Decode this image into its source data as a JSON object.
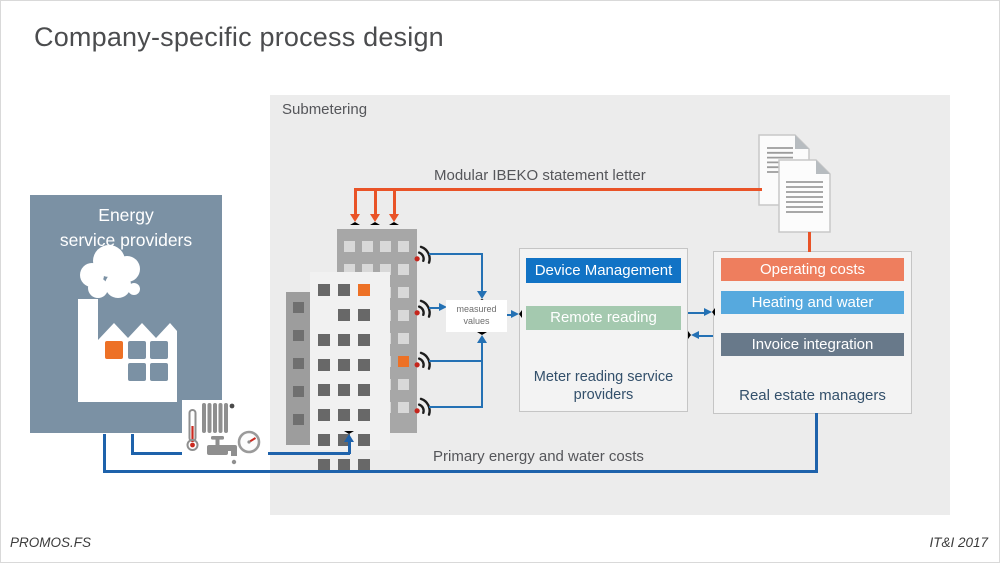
{
  "title": "Company-specific process design",
  "panel": {
    "label": "Submetering"
  },
  "energy_provider": {
    "label": "Energy\nservice providers"
  },
  "labels": {
    "statement_letter": "Modular IBEKO statement letter",
    "primary_costs": "Primary energy and water costs",
    "measured_values": "measured\nvalues"
  },
  "meter_reading": {
    "caption": "Meter reading service providers",
    "items": [
      {
        "label": "Device Management",
        "color": "#1173c5"
      },
      {
        "label": "Remote reading",
        "color": "#a4c9af"
      }
    ]
  },
  "real_estate": {
    "caption": "Real estate managers",
    "items": [
      {
        "label": "Operating costs",
        "color": "#ee7e5e"
      },
      {
        "label": "Heating and water",
        "color": "#56a9de"
      },
      {
        "label": "Invoice integration",
        "color": "#68798a"
      }
    ]
  },
  "footer": {
    "left": "PROMOS.FS",
    "right": "IT&I 2017"
  },
  "colors": {
    "accent-orange": "#e95327",
    "accent-blue": "#2471b4",
    "line-blue-dark": "#1e62ab",
    "panel": "#ececec",
    "energy-box": "#7b91a4",
    "window-orange": "#ed7126",
    "caption": "#33506b",
    "text": "#55565a"
  }
}
